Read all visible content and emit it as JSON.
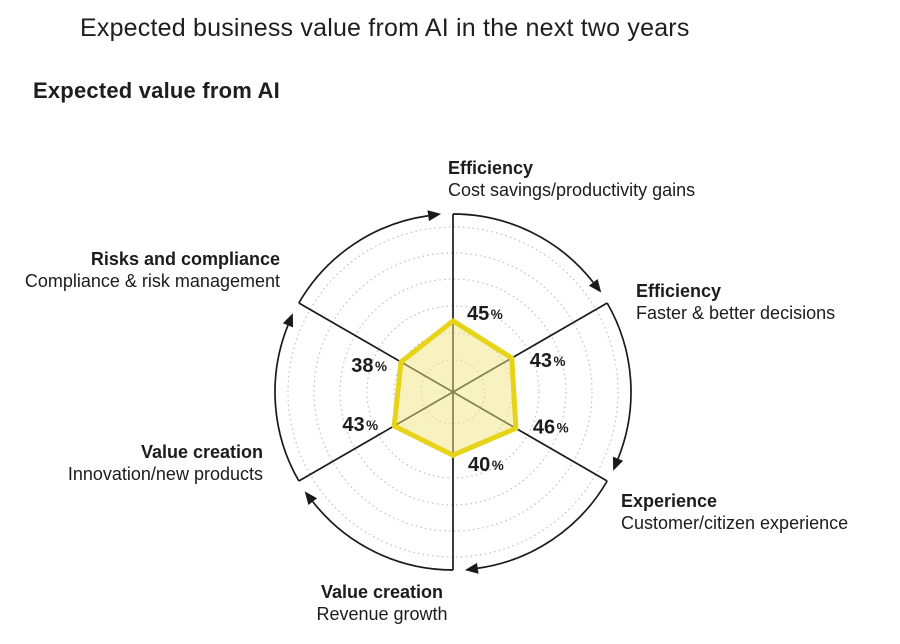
{
  "header": {
    "title": "Expected business value from AI in the next two years",
    "section_title": "Expected value from AI"
  },
  "chart_data": {
    "type": "radar",
    "title": "Expected value from AI",
    "unit": "%",
    "axis_count": 6,
    "max_value": 100,
    "grid": "dotted concentric circles, 6 rings",
    "rotation_arrows": "clockwise arc arrow over each of the 6 sectors",
    "axes": [
      {
        "category": "Efficiency",
        "description": "Cost savings/productivity gains",
        "value": 45,
        "position": "top"
      },
      {
        "category": "Efficiency",
        "description": "Faster & better decisions",
        "value": 43,
        "position": "upper-right"
      },
      {
        "category": "Experience",
        "description": "Customer/citizen experience",
        "value": 46,
        "position": "lower-right"
      },
      {
        "category": "Value creation",
        "description": "Revenue growth",
        "value": 40,
        "position": "bottom"
      },
      {
        "category": "Value creation",
        "description": "Innovation/new products",
        "value": 43,
        "position": "lower-left"
      },
      {
        "category": "Risks and compliance",
        "description": "Compliance & risk management",
        "value": 38,
        "position": "upper-left"
      }
    ],
    "colors": {
      "polygon_stroke": "#e7d318",
      "polygon_fill": "rgba(241,229,130,0.5)",
      "grid": "#c3c3c3",
      "line": "#1a1a1a",
      "text": "#1c1c1c"
    }
  }
}
